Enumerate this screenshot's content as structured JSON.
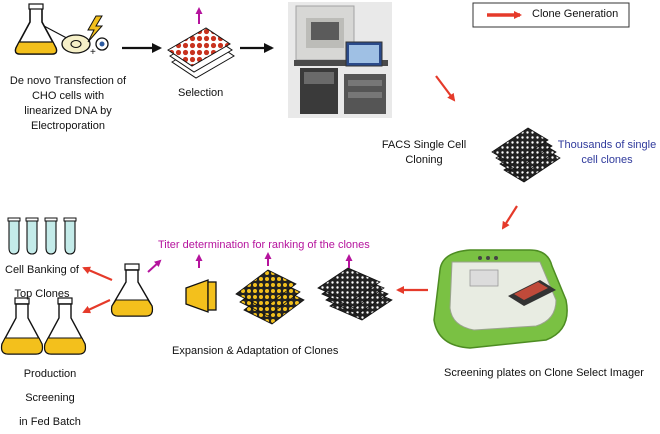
{
  "legend": {
    "label": "Clone Generation",
    "arrow_color": "#e53a2a"
  },
  "colors": {
    "red_arrow": "#e53a2a",
    "magenta_arrow": "#b5139d",
    "liquid": "#f3c01c",
    "tube_liquid": "#c4ebe9",
    "clone_text": "#2f3a9c",
    "titer_text": "#b5139d",
    "imager_green": "#7ac143"
  },
  "steps": {
    "transfection": [
      "De novo Transfection of",
      "CHO cells with",
      "linearized DNA by",
      "Electroporation"
    ],
    "selection": "Selection",
    "facs": [
      "FACS Single Cell",
      "Cloning"
    ],
    "clones": [
      "Thousands of single",
      "cell clones"
    ],
    "imager": "Screening plates on Clone Select Imager",
    "titer": "Titer determination for ranking of the clones",
    "expansion": "Expansion & Adaptation of Clones",
    "banking": [
      "Cell Banking of",
      "Top Clones"
    ],
    "production": [
      "Production Screening",
      "in Fed Batch"
    ]
  },
  "icons": {
    "transfection": [
      "flask-icon",
      "cell-icon",
      "electric-bolt-icon",
      "electrode-icon"
    ],
    "selection": "well-plate-stack-icon",
    "facs": "facs-instrument-photo",
    "imager": "clone-select-imager-photo",
    "banking": "test-tube-icon",
    "production": "production-flask-icon"
  }
}
